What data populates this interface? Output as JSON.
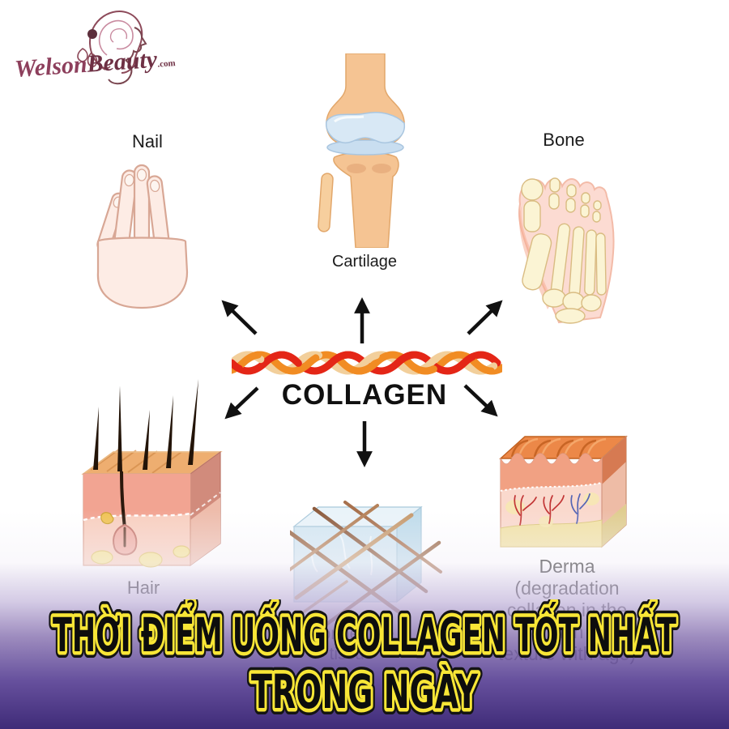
{
  "logo": {
    "brand_part1": "Welson",
    "brand_part2": "Beauty",
    "tld": ".com",
    "color": "#8d3f5c"
  },
  "center": {
    "label": "COLLAGEN",
    "fiber_colors": [
      "#e42617",
      "#f18c23",
      "#f2cf9b"
    ]
  },
  "items": {
    "nail": {
      "label": "Nail"
    },
    "cartilage": {
      "label": "Cartilage"
    },
    "bone": {
      "label": "Bone"
    },
    "hair": {
      "label": "Hair"
    },
    "connective": {
      "label_line1": "Connective",
      "label_line2": "tissue"
    },
    "derma": {
      "lines": [
        "Derma",
        "(degradation",
        "collagen in the skin",
        "texture with age)"
      ]
    }
  },
  "banner": {
    "line1": "THỜI ĐIỂM UỐNG COLLAGEN TỐT NHẤT",
    "line2": "TRONG NGÀY",
    "fill_color": "#0d0d0d",
    "outline_color": "#f8e636",
    "gradient_colors": [
      "#ffffff",
      "#8f7bb5",
      "#3f2b78"
    ]
  }
}
